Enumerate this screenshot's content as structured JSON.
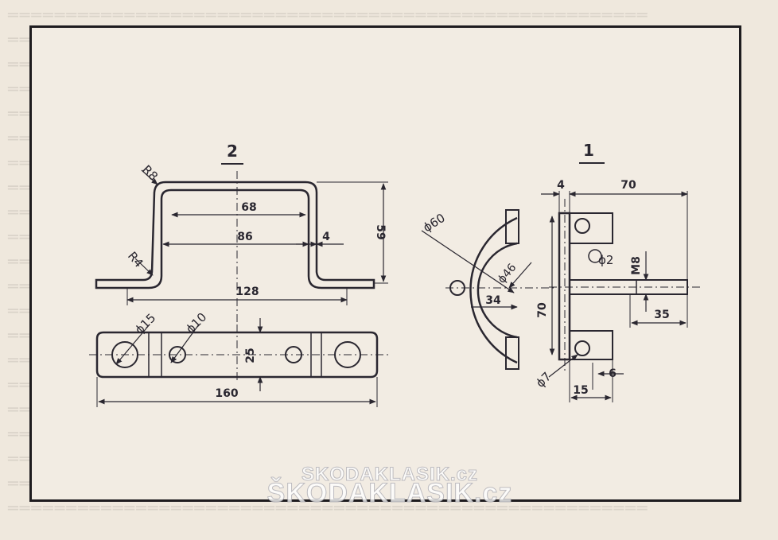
{
  "views": {
    "side_view_number": "2",
    "front_view_number": "1"
  },
  "dimensions": {
    "r8": "R8",
    "r4": "R4",
    "d68": "68",
    "d86": "86",
    "d4_top": "4",
    "d59": "59",
    "d128": "128",
    "phi15": "ϕ15",
    "phi10": "ϕ10",
    "d25": "25",
    "d160": "160",
    "d4_front": "4",
    "d70_top": "70",
    "phi60": "ϕ60",
    "phi46": "ϕ46",
    "phi2": "ϕ2",
    "m8": "M8",
    "d34": "34",
    "d70_vert": "70",
    "d35": "35",
    "phi7": "ϕ7",
    "d6": "6",
    "d15": "15"
  },
  "watermark": {
    "small": "SKODAKLASIK.cz",
    "big": "ŠKODAKLASIK.cz"
  },
  "colors": {
    "ink": "#2a2730",
    "paper": "#f2ece3",
    "frame": "#1e1c1f"
  }
}
